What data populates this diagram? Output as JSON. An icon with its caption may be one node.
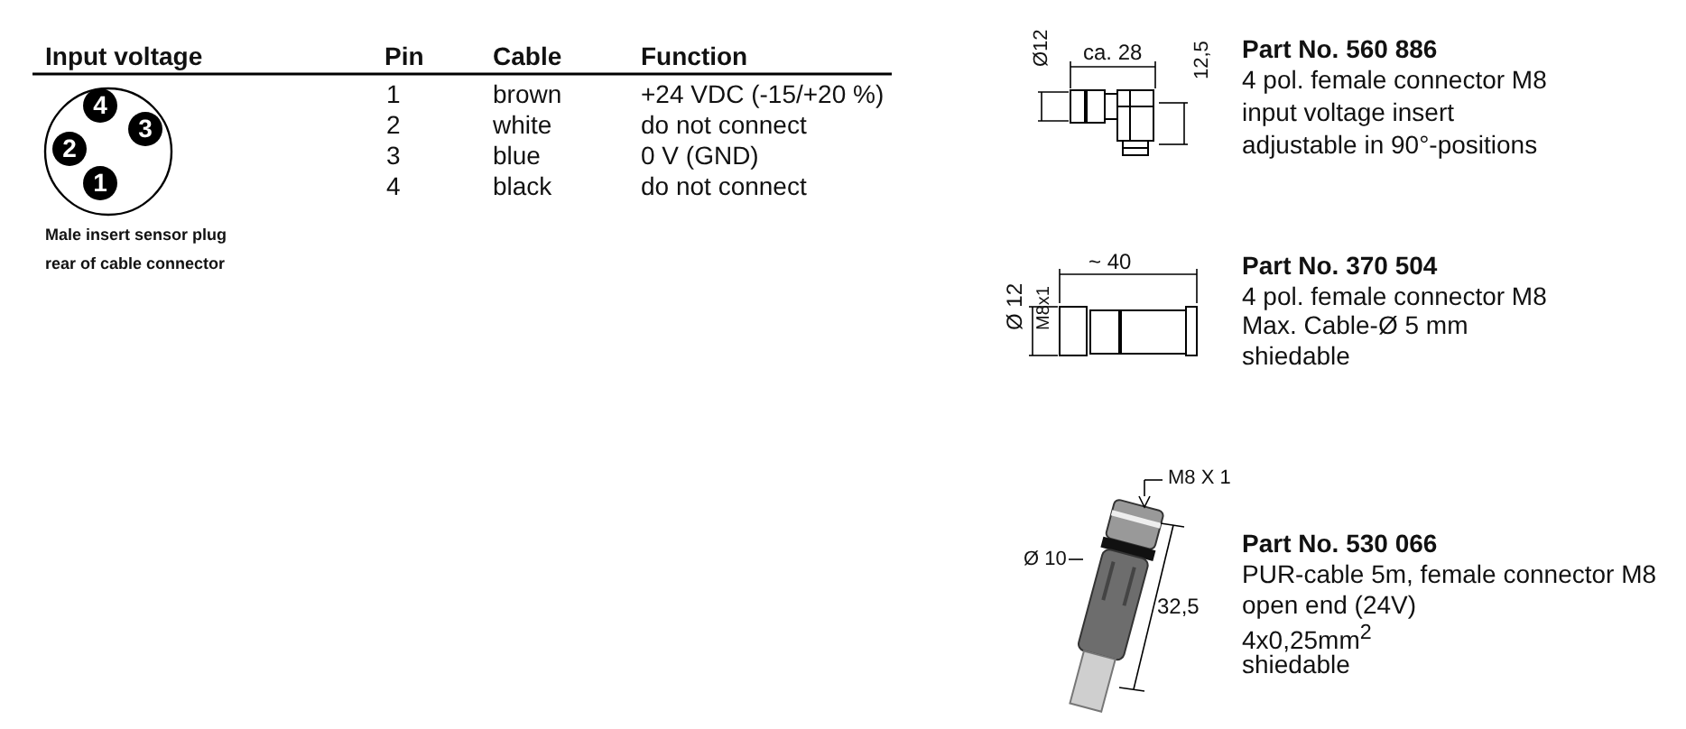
{
  "diagram": {
    "title": "Input voltage",
    "labels": [
      "Pin",
      "Cable",
      "Function",
      "1",
      "brown",
      "+24 VDC (-15/+20 %)",
      "2",
      "white",
      "do not connect",
      "3",
      "blue",
      "0 V (GND)",
      "4",
      "black",
      "do not connect",
      "4",
      "3",
      "2",
      "1",
      "Male insert sensor plug rear of cable connector",
      "Ø12",
      "ca. 28",
      "12,5",
      "Part No. 560 886",
      "4 pol. female connector M8",
      "input voltage insert",
      "adjustable in 90°-positions",
      "~ 40",
      "Ø 12",
      "M8x1",
      "Part No. 370 504",
      "4 pol. female connector M8",
      "Max. Cable-Ø 5 mm",
      "shiedable",
      "M8 X 1",
      "Ø 10",
      "32,5",
      "Part No. 530 066",
      "PUR-cable 5m, female connector M8",
      "open end (24V)",
      "4x0,25mm$^{2}$",
      "shiedable"
    ]
  }
}
